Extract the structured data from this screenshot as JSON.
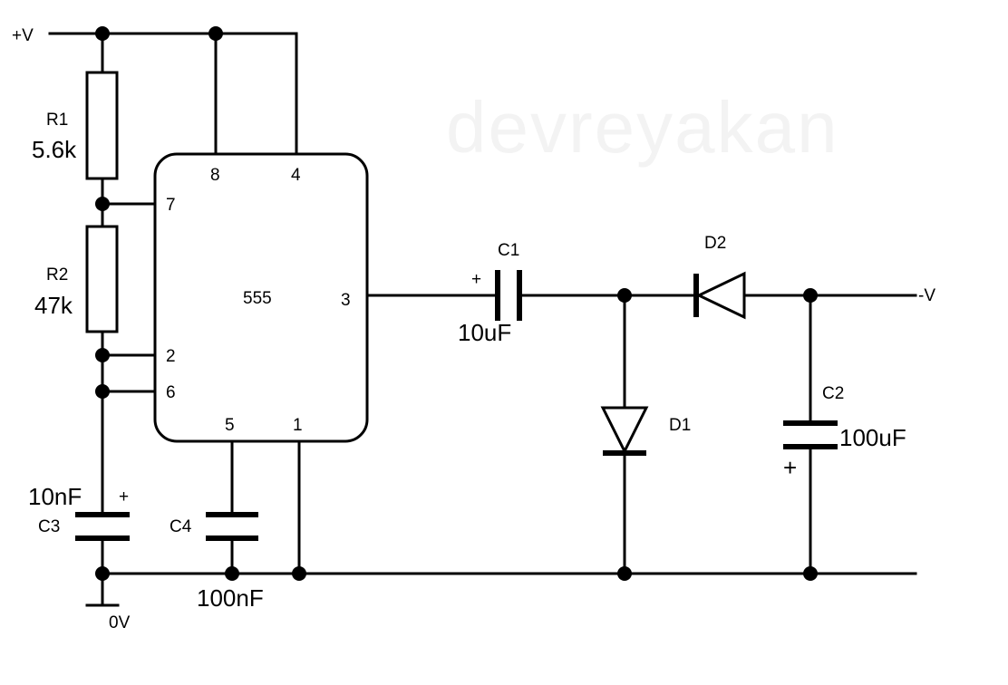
{
  "rails": {
    "pos_label": "+V",
    "gnd_label": "0V",
    "neg_label": "-V"
  },
  "watermark": "devreyakan",
  "ic": {
    "name": "555",
    "pins": {
      "p8": "8",
      "p4": "4",
      "p7": "7",
      "p3": "3",
      "p2": "2",
      "p6": "6",
      "p5": "5",
      "p1": "1"
    }
  },
  "components": {
    "r1": {
      "ref": "R1",
      "value": "5.6k"
    },
    "r2": {
      "ref": "R2",
      "value": "47k"
    },
    "c1": {
      "ref": "C1",
      "value": "10uF",
      "polarity": "+"
    },
    "c2": {
      "ref": "C2",
      "value": "100uF",
      "polarity": "+"
    },
    "c3": {
      "ref": "C3",
      "value": "10nF",
      "polarity": "+"
    },
    "c4": {
      "ref": "C4",
      "value": "100nF"
    },
    "d1": {
      "ref": "D1"
    },
    "d2": {
      "ref": "D2"
    }
  }
}
